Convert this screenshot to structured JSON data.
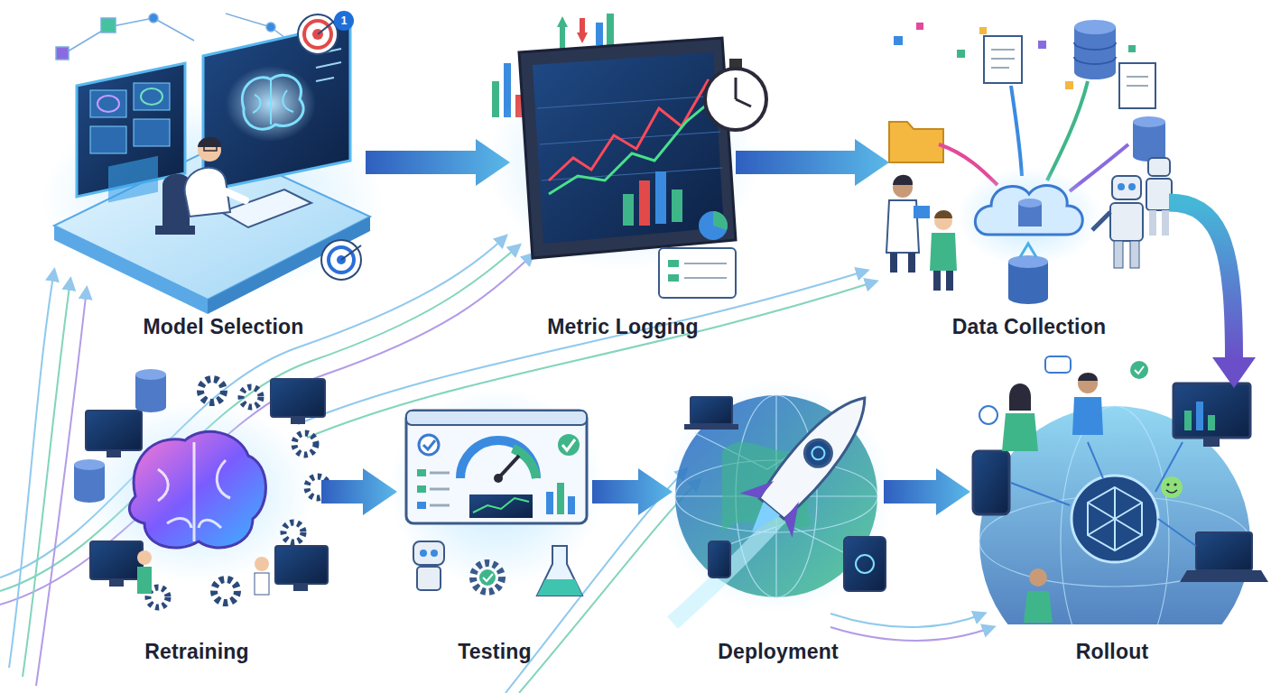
{
  "diagram": {
    "nodes": [
      {
        "text": [
          "Model Selection"
        ]
      },
      {
        "text": [
          "Metric Logging"
        ]
      },
      {
        "text": [
          "Data Collection"
        ]
      },
      {
        "text": [
          "Retraining"
        ]
      },
      {
        "text": [
          "Testing"
        ]
      },
      {
        "text": [
          "Deployment"
        ]
      },
      {
        "text": [
          "Rollout"
        ]
      }
    ],
    "edges": [
      {
        "from": 0,
        "to": 1,
        "arrow": "to"
      },
      {
        "from": 1,
        "to": 2,
        "arrow": "to"
      },
      {
        "from": 2,
        "to": 6,
        "arrow": "to"
      },
      {
        "from": 3,
        "to": 4,
        "arrow": "to"
      },
      {
        "from": 4,
        "to": 5,
        "arrow": "to"
      },
      {
        "from": 5,
        "to": 6,
        "arrow": "to"
      }
    ],
    "labels": [
      "1"
    ]
  }
}
